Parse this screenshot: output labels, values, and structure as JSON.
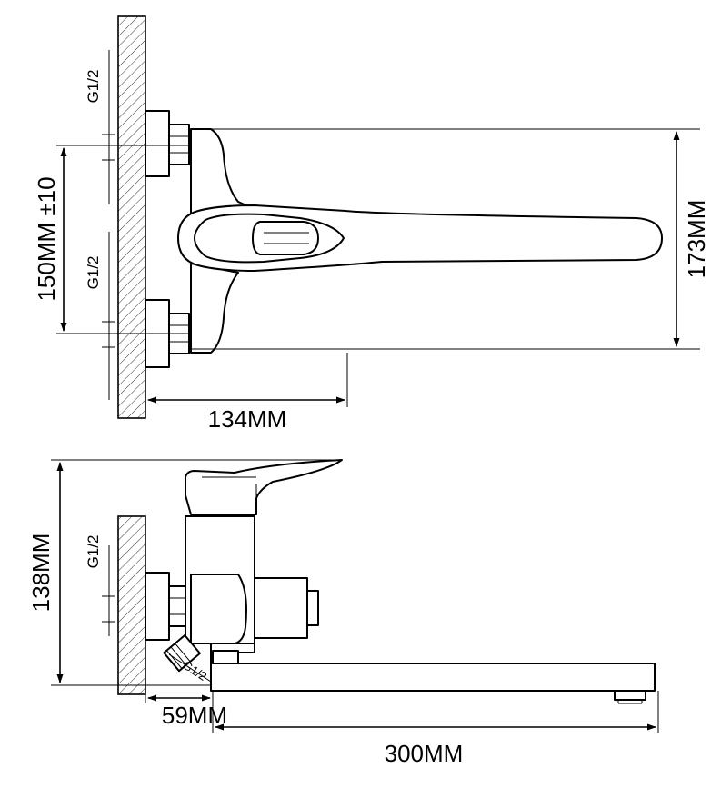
{
  "dimensions": {
    "thread_top_view_upper": "G1/2",
    "thread_top_view_lower": "G1/2",
    "inlet_spacing": "150MM ±10",
    "height_top_view": "173MM",
    "wall_offset_top_view": "134MM",
    "thread_side_view": "G1/2",
    "thread_shower_outlet": "G1/2",
    "height_side_view": "138MM",
    "wall_offset_side_view": "59MM",
    "spout_length": "300MM"
  }
}
